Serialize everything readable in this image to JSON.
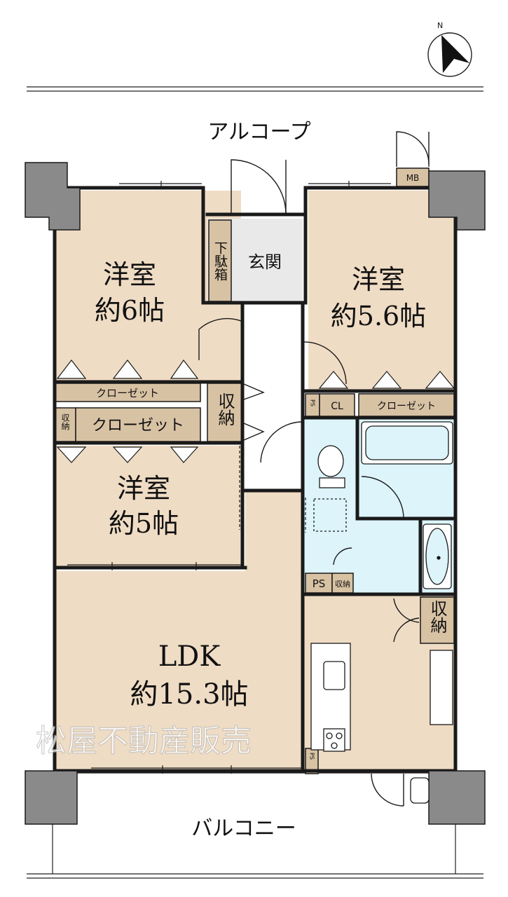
{
  "labels": {
    "alcove": "アルコープ",
    "balcony": "バルコニー",
    "mb": "MB",
    "entrance": "玄関",
    "shoe_box": "下駄箱",
    "room_a_name": "洋室",
    "room_a_size": "約6帖",
    "room_b_name": "洋室",
    "room_b_size": "約5.6帖",
    "room_c_name": "洋室",
    "room_c_size": "約5帖",
    "ldk_name": "LDK",
    "ldk_size": "約15.3帖",
    "closet": "クローゼット",
    "storage": "収納",
    "cl": "CL",
    "ps": "PS",
    "compass": "N",
    "watermark": "松屋不動産販売"
  },
  "colors": {
    "room_fill": "#efdcc4",
    "wet_fill": "#dcf4fa",
    "entrance_fill": "#e9e9e9",
    "storage_fill": "#d8c2a4",
    "wall": "#1a1a1a",
    "column": "#8a8a8a"
  }
}
